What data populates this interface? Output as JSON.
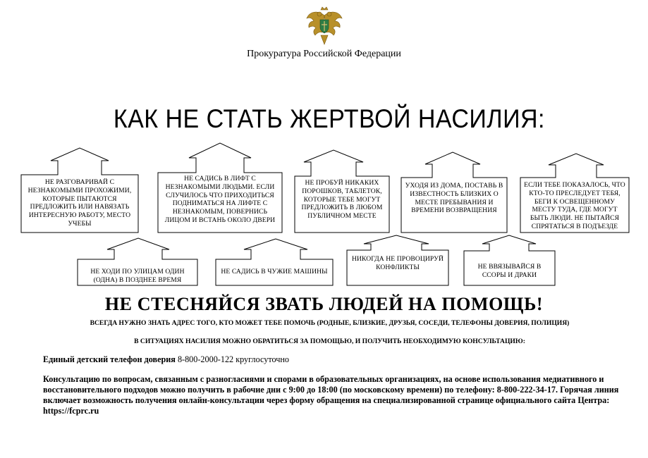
{
  "header": {
    "organization": "Прокуратура Российской Федерации",
    "emblem_icon": "prosecutor-office-emblem"
  },
  "title": "КАК НЕ СТАТЬ ЖЕРТВОЙ НАСИЛИЯ:",
  "tips_top": [
    "Не разговаривай с незнакомыми прохожими, которые пытаются предложить или навязать интересную работу, место учебы",
    "Не садись в лифт с незнакомыми людьми. Если случилось что приходиться подниматься на лифте с незнакомым, повернись лицом и встань около двери",
    "Не пробуй никаких порошков, таблеток, которые тебе могут предложить в любом публичном месте",
    "Уходя из дома, поставь в известность близких о месте пребывания и времени возвращения",
    "Если тебе показалось, что кто-то преследует тебя, беги к освещенному месту туда, где могут быть люди. Не пытайся спрятаться в подъезде"
  ],
  "tips_bottom": [
    "Не ходи по улицам один (одна) в позднее время",
    "Не садись в чужие машины",
    "Никогда не провоцируй конфликты",
    "Не ввязывайся в ссоры и драки"
  ],
  "call_help": "НЕ СТЕСНЯЙСЯ ЗВАТЬ ЛЮДЕЙ НА ПОМОЩЬ!",
  "know_address": "ВСЕГДА НУЖНО ЗНАТЬ АДРЕС ТОГО, КТО МОЖЕТ ТЕБЕ ПОМОЧЬ (РОДНЫЕ, БЛИЗКИЕ, ДРУЗЬЯ, СОСЕДИ, ТЕЛЕФОНЫ ДОВЕРИЯ, ПОЛИЦИЯ)",
  "violence_note": "В СИТУАЦИЯХ НАСИЛИЯ МОЖНО ОБРАТИТЬСЯ ЗА ПОМОЩЬЮ, И ПОЛУЧИТЬ НЕОБХОДИМУЮ КОНСУЛЬТАЦИЮ:",
  "helpline": {
    "label": "Единый детский телефон доверия",
    "value": "8-800-2000-122 круглосуточно"
  },
  "consultation": "Консультацию по вопросам, связанным с разногласиями и спорами в образовательных организациях, на основе использования медиативного и восстановительного подходов можно получить в рабочие дни с 9:00 до 18:00 (по московскому времени) по телефону: 8-800-222-34-17. Горячая линия включает возможность получения онлайн-консультации через форму обращения на специализированной странице официального сайта Центра: https://fcprc.ru"
}
